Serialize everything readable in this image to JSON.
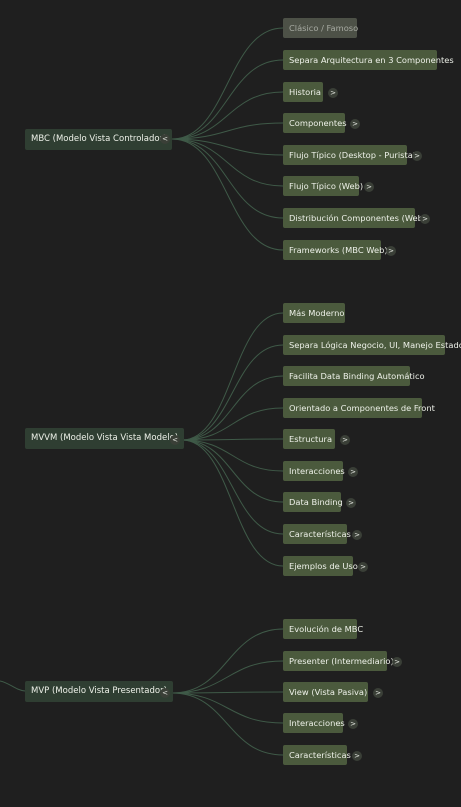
{
  "colors": {
    "background": "#1f1f1f",
    "node_fill": "#4b5a3d",
    "parent_fill": "#2f3e32",
    "muted_fill": "#4d5147",
    "link": "#3f5a48",
    "text": "#eef1e9"
  },
  "groups": [
    {
      "label": "MBC (Modelo Vista Controlador)",
      "expander": "<",
      "children": [
        {
          "label": "Clásico / Famoso",
          "muted": true,
          "expander": ""
        },
        {
          "label": "Separa Arquitectura en 3 Componentes",
          "expander": ""
        },
        {
          "label": "Historia",
          "expander": ">"
        },
        {
          "label": "Componentes",
          "expander": ">"
        },
        {
          "label": "Flujo Típico (Desktop - Purista)",
          "expander": ">"
        },
        {
          "label": "Flujo Típico (Web)",
          "expander": ">"
        },
        {
          "label": "Distribución Componentes (Web)",
          "expander": ">"
        },
        {
          "label": "Frameworks (MBC Web)",
          "expander": ">"
        }
      ]
    },
    {
      "label": "MVVM (Modelo Vista Vista Modelo)",
      "expander": "<",
      "children": [
        {
          "label": "Más Moderno",
          "expander": ""
        },
        {
          "label": "Separa Lógica Negocio, UI, Manejo Estado",
          "expander": ""
        },
        {
          "label": "Facilita Data Binding Automático",
          "expander": ""
        },
        {
          "label": "Orientado a Componentes de Front",
          "expander": ""
        },
        {
          "label": "Estructura",
          "expander": ">"
        },
        {
          "label": "Interacciones",
          "expander": ">"
        },
        {
          "label": "Data Binding",
          "expander": ">"
        },
        {
          "label": "Características",
          "expander": ">"
        },
        {
          "label": "Ejemplos de Uso",
          "expander": ">"
        }
      ]
    },
    {
      "label": "MVP (Modelo Vista Presentador)",
      "expander": "<",
      "children": [
        {
          "label": "Evolución de MBC",
          "expander": ""
        },
        {
          "label": "Presenter (Intermediario)",
          "expander": ">"
        },
        {
          "label": "View (Vista Pasiva)",
          "expander": ">"
        },
        {
          "label": "Interacciones",
          "expander": ">"
        },
        {
          "label": "Características",
          "expander": ">"
        }
      ]
    }
  ]
}
